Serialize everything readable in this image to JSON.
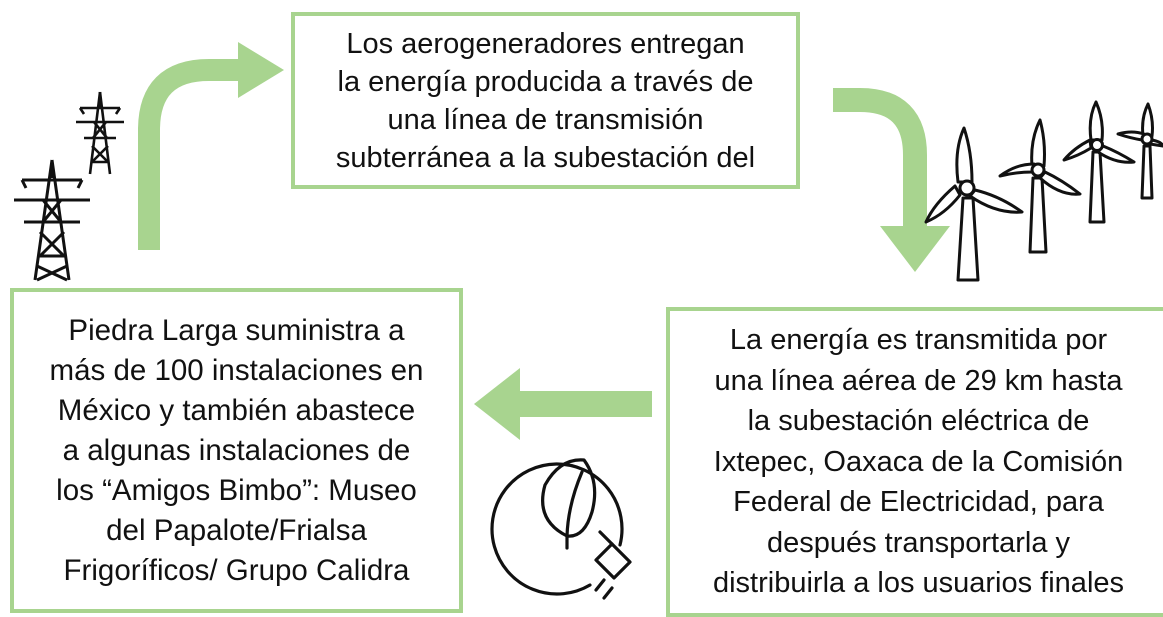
{
  "boxes": {
    "top": "Los aerogeneradores entregan\nla energía producida a través de\nuna línea de transmisión\nsubterránea a la subestación del",
    "left": "Piedra Larga suministra a\nmás de 100 instalaciones en\nMéxico y también abastece\na algunas instalaciones de\nlos “Amigos Bimbo”: Museo\ndel Papalote/Frialsa\nFrigoríficos/ Grupo Calidra",
    "right": "La energía es transmitida por\nuna línea aérea de 29 km hasta\nla subestación eléctrica de\nIxtepec, Oaxaca de la Comisión\nFederal de Electricidad, para\ndespués transportarla y\ndistribuirla a los usuarios finales"
  },
  "colors": {
    "arrow": "#a8d48f",
    "border": "#a8d48f",
    "icon": "#111111"
  },
  "icons": [
    "transmission-tower-icon",
    "wind-turbine-icon",
    "leaf-plug-icon"
  ]
}
